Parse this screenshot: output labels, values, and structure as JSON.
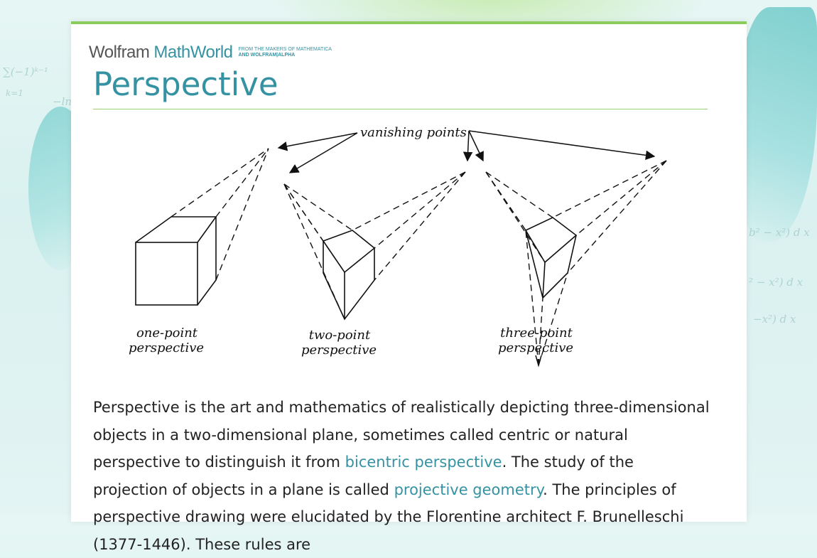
{
  "brand": {
    "wolfram": "Wolfram",
    "mathworld": "MathWorld",
    "tagline_line1": "FROM THE MAKERS OF MATHEMATICA",
    "tagline_line2": "AND WOLFRAM|ALPHA"
  },
  "page": {
    "title": "Perspective"
  },
  "figure": {
    "vanishing_label": "vanishing points",
    "one_point_line1": "one-point",
    "one_point_line2": "perspective",
    "two_point_line1": "two-point",
    "two_point_line2": "perspective",
    "three_point_line1": "three-point",
    "three_point_line2": "perspective"
  },
  "article": {
    "p1_a": "Perspective is the art and mathematics of realistically depicting three-dimensional objects in a two-dimensional plane, sometimes called centric or natural perspective to distinguish it from ",
    "link_bicentric": "bicentric perspective",
    "p1_b": ". The study of the projection of objects in a plane is called ",
    "link_projective": "projective geometry",
    "p1_c": ". The principles of perspective drawing were elucidated by the Florentine architect F. Brunelleschi (1377-1446). These rules are"
  },
  "background": {
    "math_1": "∑(−1)ᵏ⁻¹",
    "math_2": "k=1",
    "math_3": "−ln",
    "math_4": "b² − x²)  d x",
    "math_5": "² − x²)  d x",
    "math_6": "−x²)  d x"
  },
  "colors": {
    "accent": "#3592a3",
    "rule": "#8ccc5d"
  }
}
